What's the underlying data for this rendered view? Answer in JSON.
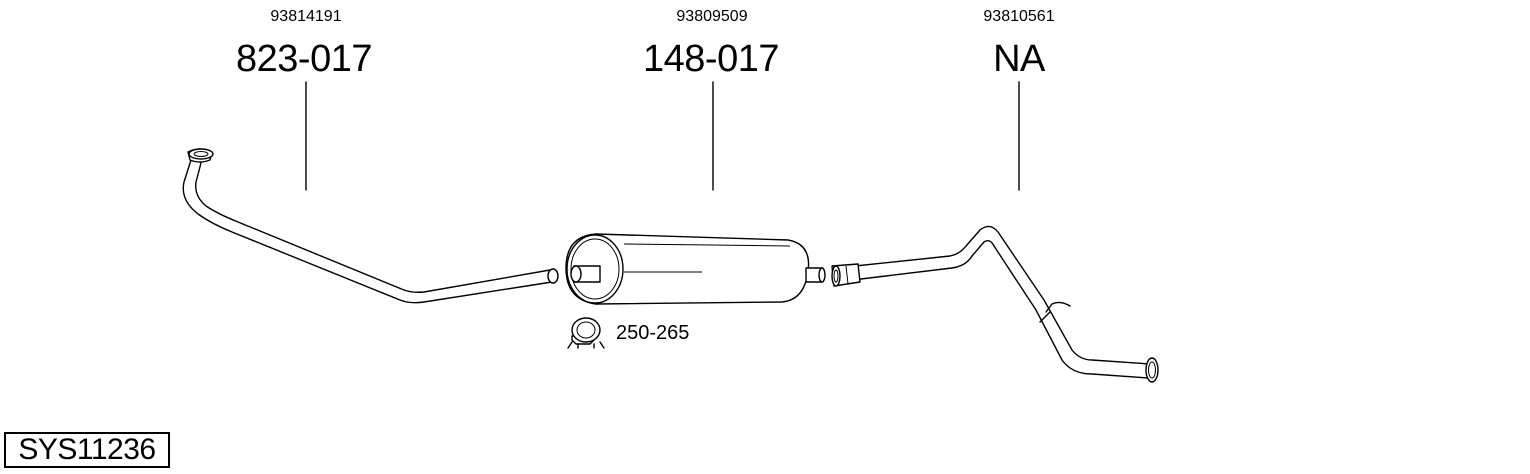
{
  "parts": [
    {
      "oem": "93814191",
      "ref": "823-017"
    },
    {
      "oem": "93809509",
      "ref": "148-017"
    },
    {
      "oem": "93810561",
      "ref": "NA"
    }
  ],
  "clamp": {
    "label": "250-265",
    "icon": "pipe-clamp-icon"
  },
  "system_code": "SYS11236"
}
